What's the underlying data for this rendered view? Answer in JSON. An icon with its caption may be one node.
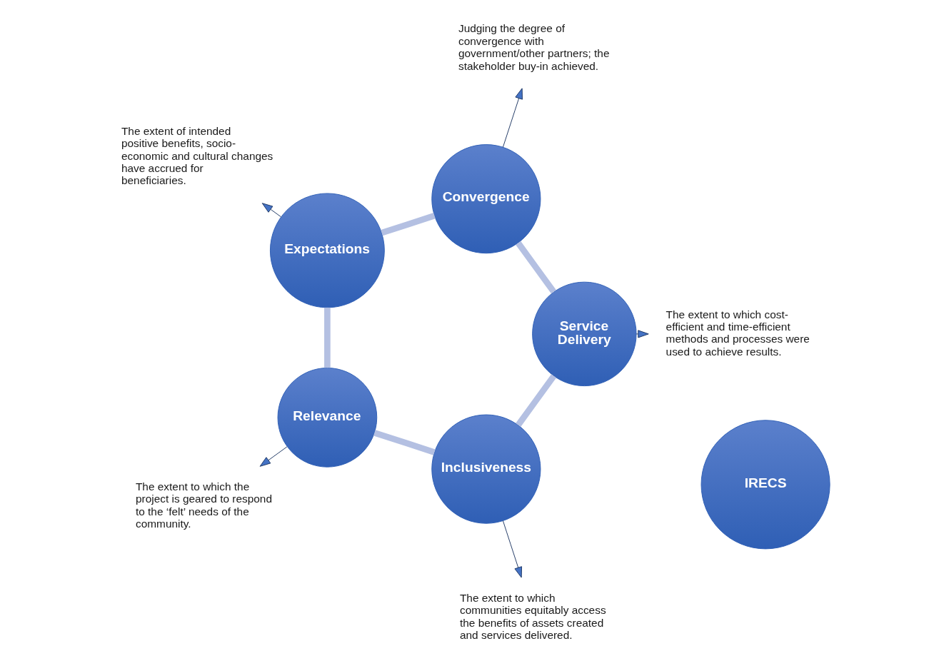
{
  "diagram": {
    "nodes": [
      {
        "text": [
          "IRECS"
        ]
      },
      {
        "text": [
          "Inclusiveness"
        ]
      },
      {
        "text": [
          "Relevance"
        ]
      },
      {
        "text": [
          "Expectations"
        ]
      },
      {
        "text": [
          "Convergence"
        ]
      },
      {
        "text": [
          "Service Delivery"
        ]
      },
      {
        "text": [
          "The extent to which communities equitably access the benefits of assets created and services delivered."
        ]
      },
      {
        "text": [
          "The extent to which the project is geared to respond to the ‘felt’ needs of the community."
        ]
      },
      {
        "text": [
          "The extent of intended positive benefits, socio-economic and cultural changes have accrued for beneficiaries."
        ]
      },
      {
        "text": [
          "Judging the degree of convergence with government/other partners; the stakeholder buy-in achieved."
        ]
      },
      {
        "text": [
          "The extent to which cost-efficient and time-efficient methods and processes were used to achieve results."
        ]
      }
    ],
    "edges": [
      {
        "from": 1,
        "to": 2,
        "arrow": "none",
        "style": "thick",
        "color": "#b4c0e2"
      },
      {
        "from": 2,
        "to": 3,
        "arrow": "none",
        "style": "thick",
        "color": "#b4c0e2"
      },
      {
        "from": 3,
        "to": 4,
        "arrow": "none",
        "style": "thick",
        "color": "#b4c0e2"
      },
      {
        "from": 4,
        "to": 5,
        "arrow": "none",
        "style": "thick",
        "color": "#b4c0e2"
      },
      {
        "from": 5,
        "to": 1,
        "arrow": "none",
        "style": "thick",
        "color": "#b4c0e2"
      },
      {
        "from": 1,
        "to": 6,
        "arrow": "to",
        "color": "#1f3864"
      },
      {
        "from": 2,
        "to": 7,
        "arrow": "to",
        "color": "#1f3864"
      },
      {
        "from": 3,
        "to": 8,
        "arrow": "to",
        "color": "#1f3864"
      },
      {
        "from": 4,
        "to": 9,
        "arrow": "to",
        "color": "#1f3864"
      },
      {
        "from": 5,
        "to": 10,
        "arrow": "to",
        "color": "#1f3864"
      }
    ]
  }
}
